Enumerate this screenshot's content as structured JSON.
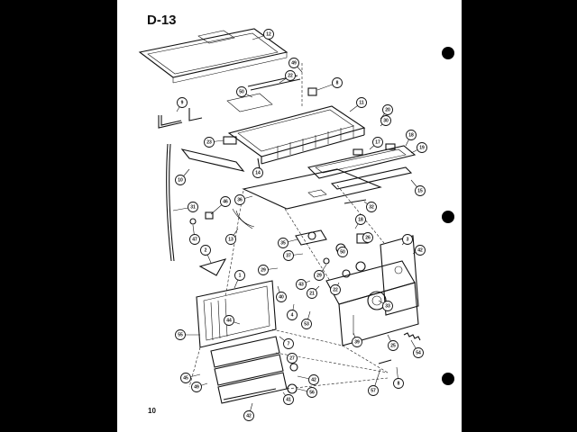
{
  "diagram": {
    "id": "D-13",
    "page_number": "10",
    "callouts": [
      "12",
      "49",
      "22",
      "8",
      "50",
      "11",
      "9",
      "20",
      "23",
      "18",
      "17",
      "30",
      "14",
      "19",
      "10",
      "15",
      "36",
      "31",
      "32",
      "46",
      "18",
      "47",
      "13",
      "26",
      "3",
      "42",
      "2",
      "35",
      "50",
      "37",
      "29",
      "29",
      "22",
      "1",
      "21",
      "43",
      "40",
      "4",
      "53",
      "33",
      "39",
      "55",
      "44",
      "54",
      "25",
      "7",
      "27",
      "45",
      "49",
      "42",
      "56",
      "57",
      "8",
      "41",
      "42"
    ]
  },
  "colors": {
    "ink": "#111111",
    "paper": "#ffffff",
    "background": "#000000"
  }
}
